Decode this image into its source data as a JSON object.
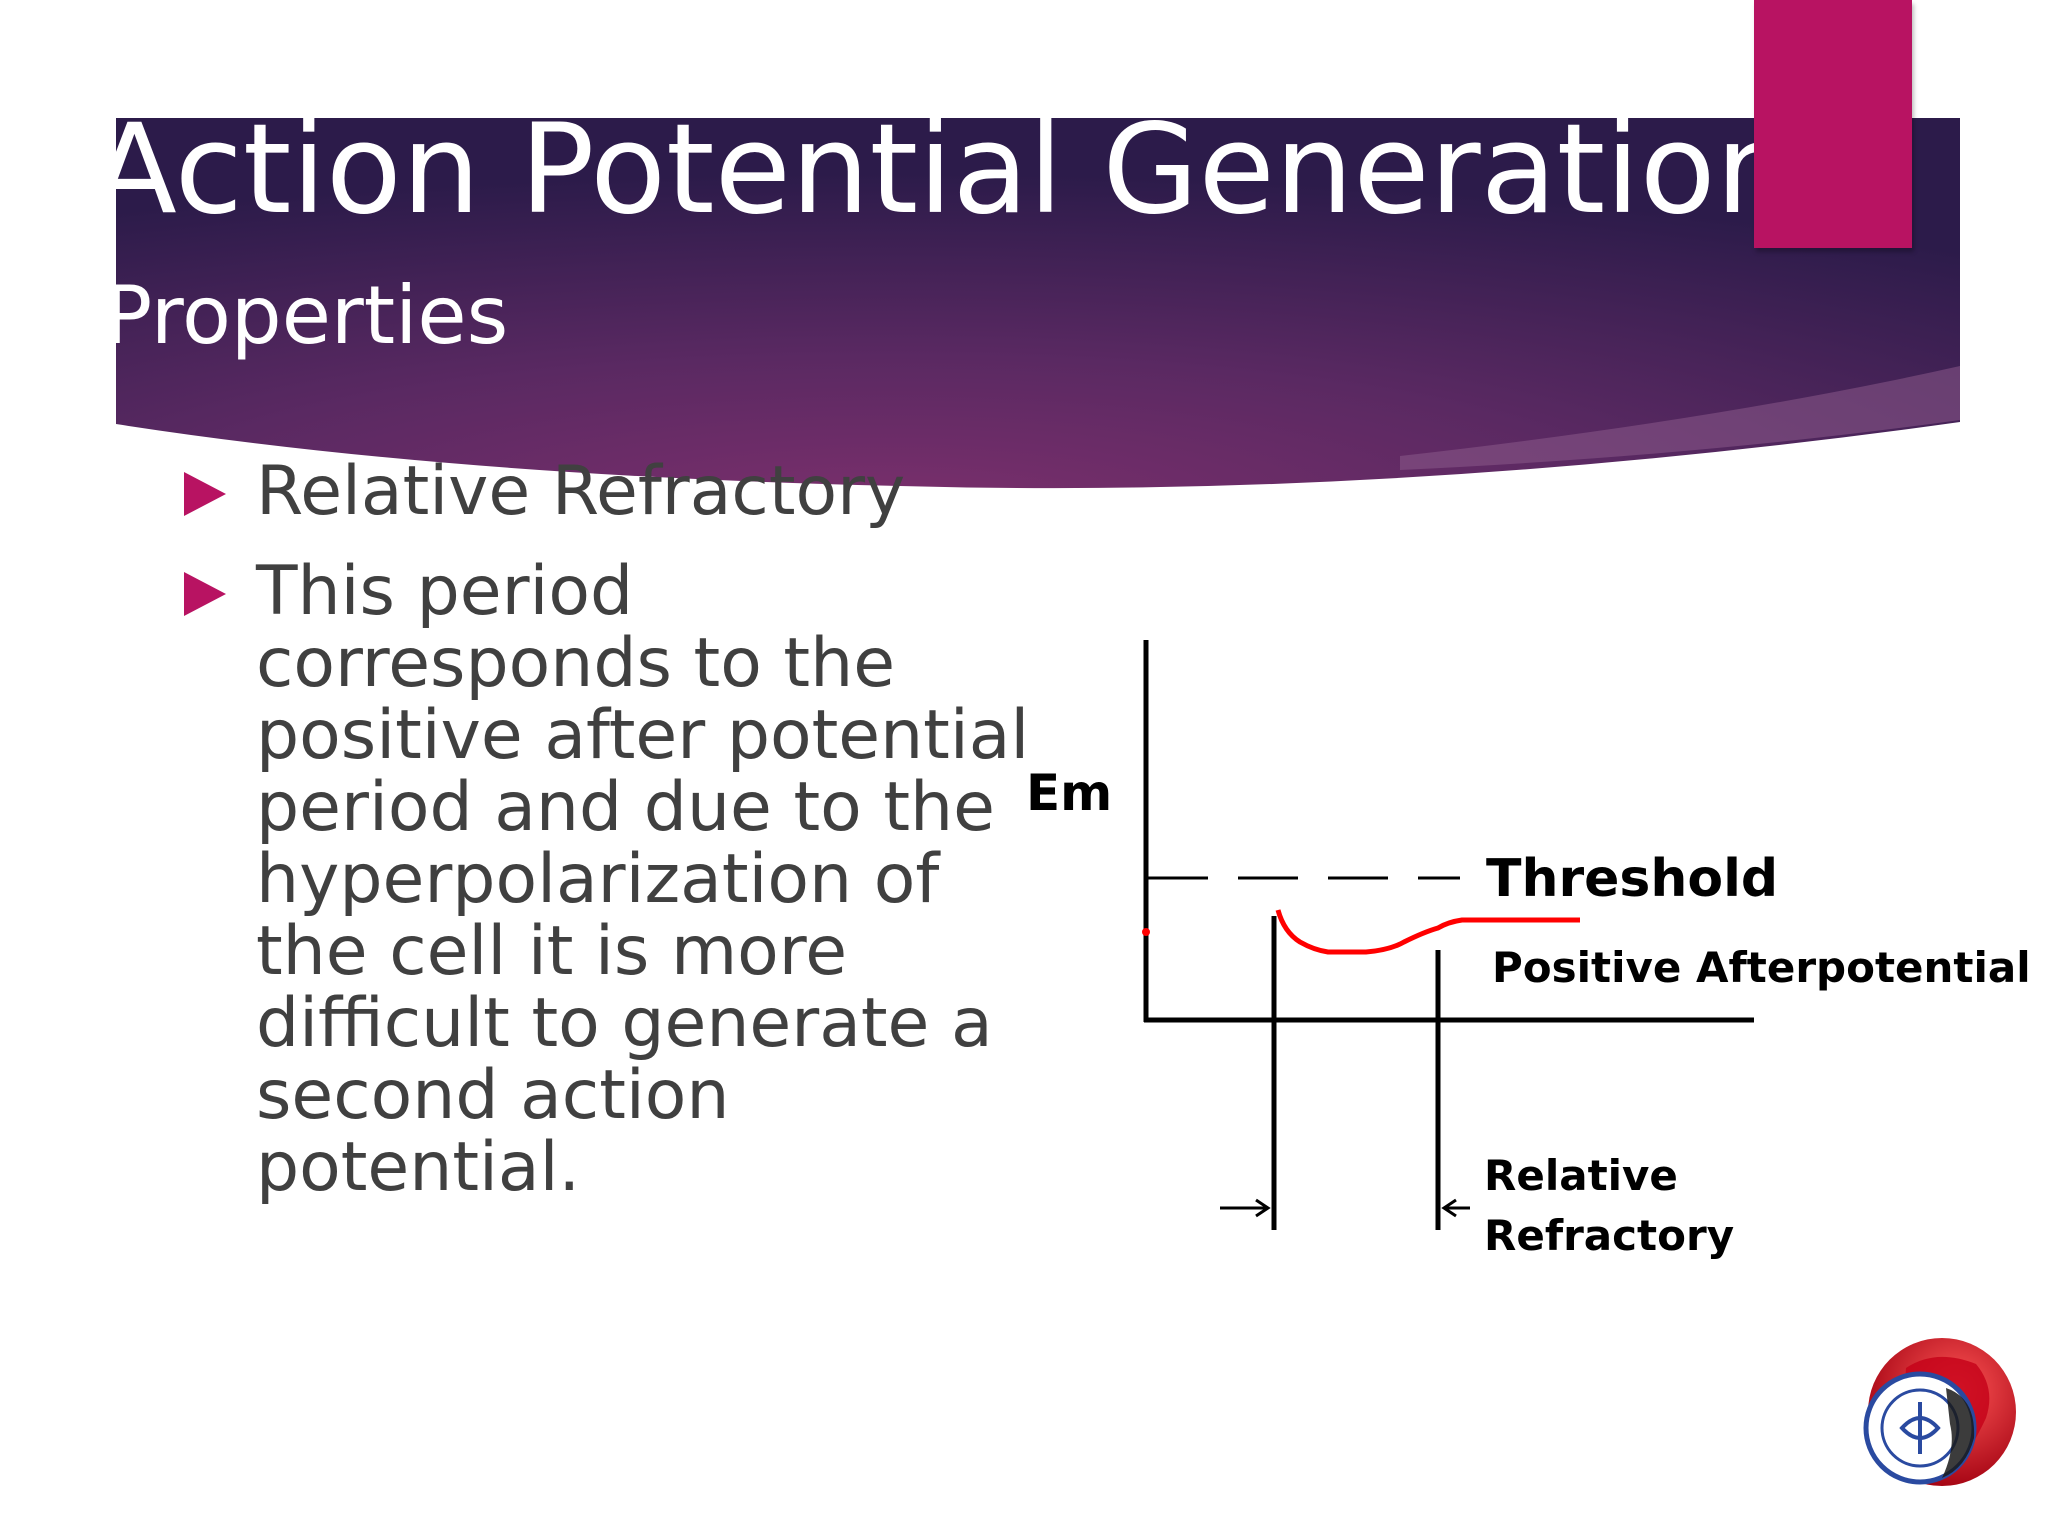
{
  "slide": {
    "title": "Action Potential Generation",
    "subtitle": "Properties",
    "accent_color": "#b81362",
    "banner_colors": [
      "#2e1c4a",
      "#6b2a66"
    ],
    "bullets": [
      {
        "icon": "triangle-bullet-icon",
        "text": "Relative Refractory"
      },
      {
        "icon": "triangle-bullet-icon",
        "text": "This period corresponds to the positive after potential period and due to the hyperpolarization of the cell it is more difficult to generate a second action potential."
      }
    ]
  },
  "diagram": {
    "y_axis_label": "Em",
    "threshold_label": "Threshold",
    "curve_label": "Positive Afterpotential",
    "period_label_line1": "Relative",
    "period_label_line2": "Refractory",
    "curve_color": "#ff0000",
    "line_color": "#000000"
  },
  "logo": {
    "icon": "university-globe-logo-icon"
  }
}
